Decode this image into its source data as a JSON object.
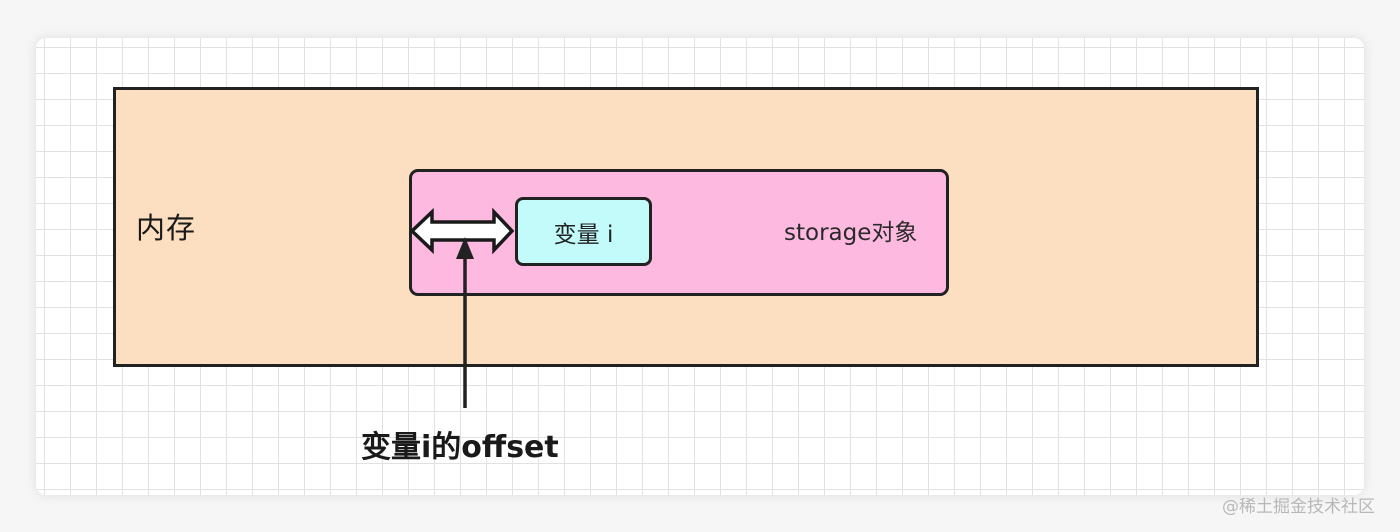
{
  "diagram": {
    "memory_label": "内存",
    "storage_label": "storage对象",
    "variable_label": "变量 i",
    "offset_label": "变量i的offset"
  },
  "watermark": "@稀土掘金技术社区",
  "colors": {
    "memory_fill": "#fcdfc0",
    "storage_fill": "#fdb9e0",
    "variable_fill": "#c2fbfa",
    "outline": "#222222"
  }
}
